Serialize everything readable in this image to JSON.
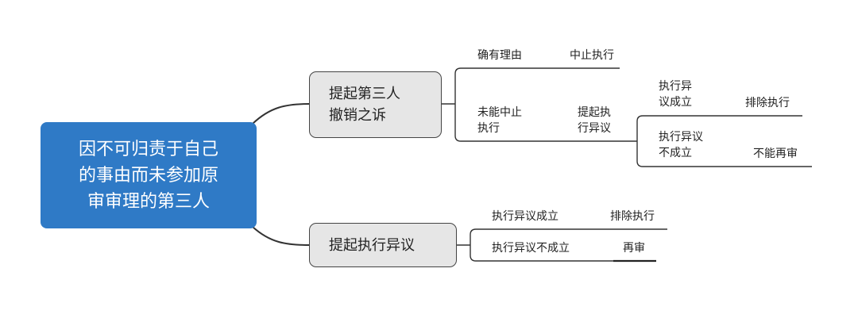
{
  "root": {
    "label": "因不可归责于自己\n的事由而未参加原\n审审理的第三人"
  },
  "branch1": {
    "label": "提起第三人\n撤销之诉",
    "opt1": {
      "condition": "确有理由",
      "result": "中止执行"
    },
    "opt2": {
      "condition": "未能中止\n执行",
      "action": "提起执\n行异议",
      "sub1": {
        "condition": "执行异\n议成立",
        "result": "排除执行"
      },
      "sub2": {
        "condition": "执行异议\n不成立",
        "result": "不能再审"
      }
    }
  },
  "branch2": {
    "label": "提起执行异议",
    "opt1": {
      "condition": "执行异议成立",
      "result": "排除执行"
    },
    "opt2": {
      "condition": "执行异议不成立",
      "result": "再审"
    }
  }
}
